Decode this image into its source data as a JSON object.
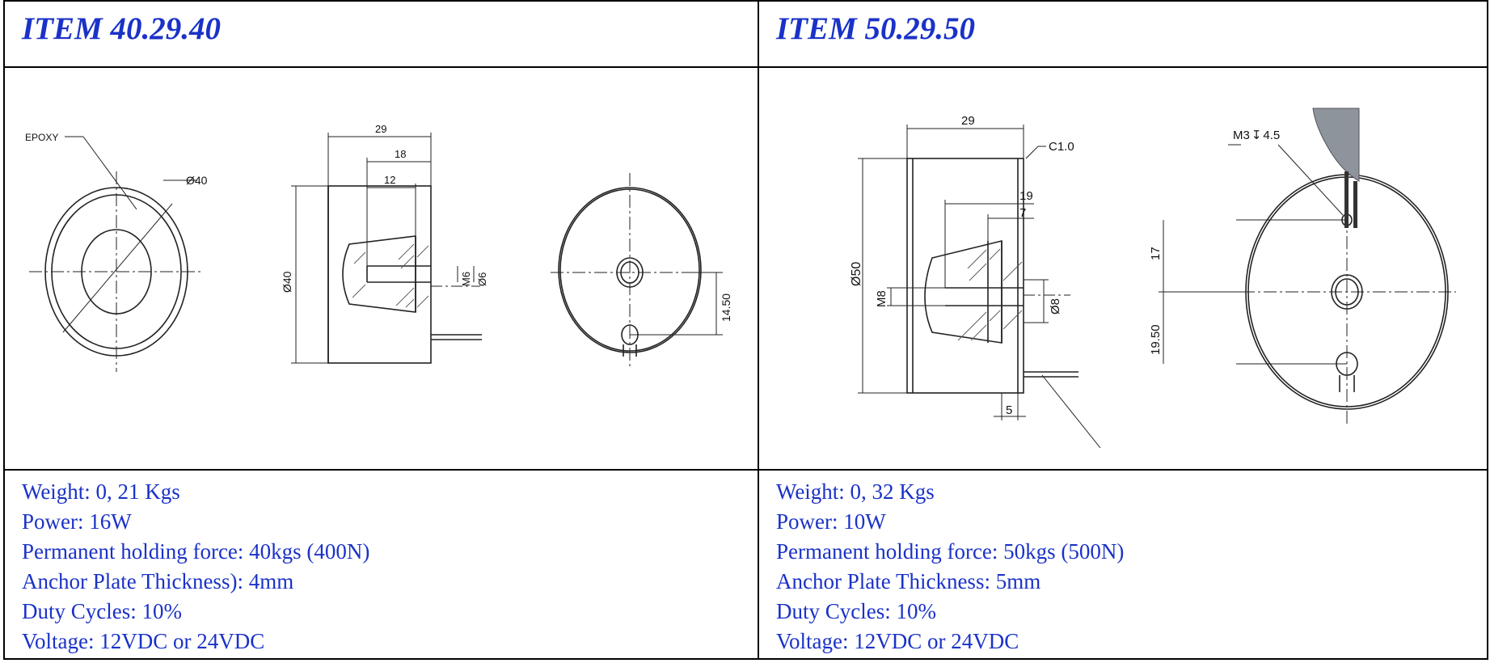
{
  "items": [
    {
      "title": "ITEM 40.29.40",
      "specs": [
        "Weight: 0, 21 Kgs",
        "Power: 16W",
        "Permanent holding force: 40kgs (400N)",
        "Anchor Plate Thickness): 4mm",
        "Duty Cycles: 10%",
        "Voltage: 12VDC or 24VDC"
      ],
      "drawing_labels": {
        "epoxy": "EPOXY",
        "outer_diameter": "Ø40",
        "length": "29",
        "bore_depth": "18",
        "thread_depth": "12",
        "body_diameter": "Ø40",
        "thread": "M6",
        "bore_diameter": "Ø6",
        "offset": "14.50"
      }
    },
    {
      "title": "ITEM 50.29.50",
      "specs": [
        "Weight: 0, 32 Kgs",
        "Power: 10W",
        "Permanent holding force: 50kgs (500N)",
        "Anchor Plate Thickness: 5mm",
        "Duty Cycles: 10%",
        "Voltage: 12VDC or 24VDC"
      ],
      "drawing_labels": {
        "length": "29",
        "chamfer": "C1.0",
        "bore_depth": "19",
        "thread_depth": "7",
        "body_diameter": "Ø50",
        "thread": "M8",
        "bore_diameter": "Ø8",
        "wire_offset": "5",
        "mount_thread": "M3",
        "mount_depth": "4.5",
        "top_offset": "17",
        "bottom_offset": "19.50"
      }
    }
  ]
}
